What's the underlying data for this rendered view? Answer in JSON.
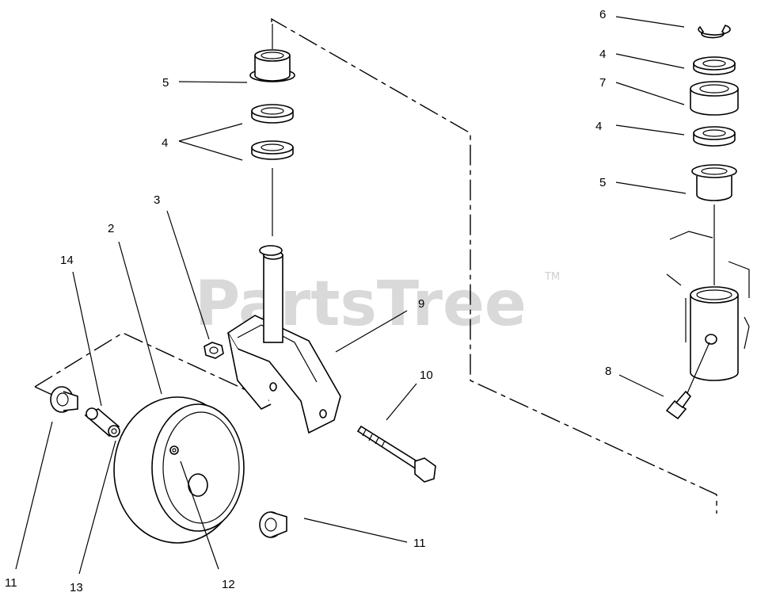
{
  "watermark": {
    "text": "PartsTree",
    "trademark": "TM"
  },
  "callouts": {
    "c2": "2",
    "c3": "3",
    "c4a": "4",
    "c4b": "4",
    "c4c": "4",
    "c5a": "5",
    "c5b": "5",
    "c6": "6",
    "c7": "7",
    "c8": "8",
    "c9": "9",
    "c10": "10",
    "c11a": "11",
    "c11b": "11",
    "c12": "12",
    "c13": "13",
    "c14": "14"
  }
}
